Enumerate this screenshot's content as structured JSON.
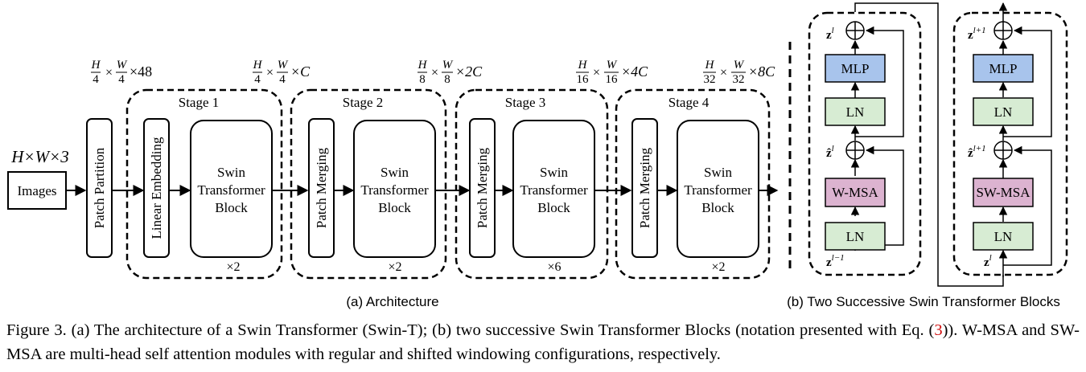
{
  "input": {
    "dims": "H×W×3",
    "label": "Images"
  },
  "patch_partition": {
    "label": "Patch Partition"
  },
  "dims": {
    "partition": {
      "h": "H",
      "hd": "4",
      "w": "W",
      "wd": "4",
      "tail": "×48"
    },
    "stage1": {
      "h": "H",
      "hd": "4",
      "w": "W",
      "wd": "4",
      "tail": "×C"
    },
    "stage2": {
      "h": "H",
      "hd": "8",
      "w": "W",
      "wd": "8",
      "tail": "×2C"
    },
    "stage3": {
      "h": "H",
      "hd": "16",
      "w": "W",
      "wd": "16",
      "tail": "×4C"
    },
    "stage4": {
      "h": "H",
      "hd": "32",
      "w": "W",
      "wd": "32",
      "tail": "×8C"
    }
  },
  "stages": [
    {
      "title": "Stage 1",
      "op": "Linear Embedding",
      "block": [
        "Swin",
        "Transformer",
        "Block"
      ],
      "repeat": "×2"
    },
    {
      "title": "Stage 2",
      "op": "Patch Merging",
      "block": [
        "Swin",
        "Transformer",
        "Block"
      ],
      "repeat": "×2"
    },
    {
      "title": "Stage 3",
      "op": "Patch Merging",
      "block": [
        "Swin",
        "Transformer",
        "Block"
      ],
      "repeat": "×6"
    },
    {
      "title": "Stage 4",
      "op": "Patch Merging",
      "block": [
        "Swin",
        "Transformer",
        "Block"
      ],
      "repeat": "×2"
    }
  ],
  "blocks": {
    "left": {
      "mlp": "MLP",
      "ln_top": "LN",
      "attn": "W-MSA",
      "ln_bottom": "LN",
      "z_out": "z",
      "z_out_sup": "l",
      "z_hat": "ẑ",
      "z_hat_sup": "l",
      "z_in": "z",
      "z_in_sup": "l−1"
    },
    "right": {
      "mlp": "MLP",
      "ln_top": "LN",
      "attn": "SW-MSA",
      "ln_bottom": "LN",
      "z_out": "z",
      "z_out_sup": "l+1",
      "z_hat": "ẑ",
      "z_hat_sup": "l+1",
      "z_in": "z",
      "z_in_sup": "l"
    }
  },
  "subcaptions": {
    "a": "(a) Architecture",
    "b": "(b) Two Successive Swin Transformer Blocks"
  },
  "caption": {
    "part1": "Figure 3. (a) The architecture of a Swin Transformer (Swin-T); (b) two successive Swin Transformer Blocks (notation presented with Eq. (",
    "ref": "3",
    "part2": ")). W-MSA and SW-MSA are multi-head self attention modules with regular and shifted windowing configurations, respectively."
  },
  "colors": {
    "mlp": "#a8c4ec",
    "ln": "#d7ecd3",
    "attn": "#dcb3d0",
    "ref": "#d01010"
  }
}
